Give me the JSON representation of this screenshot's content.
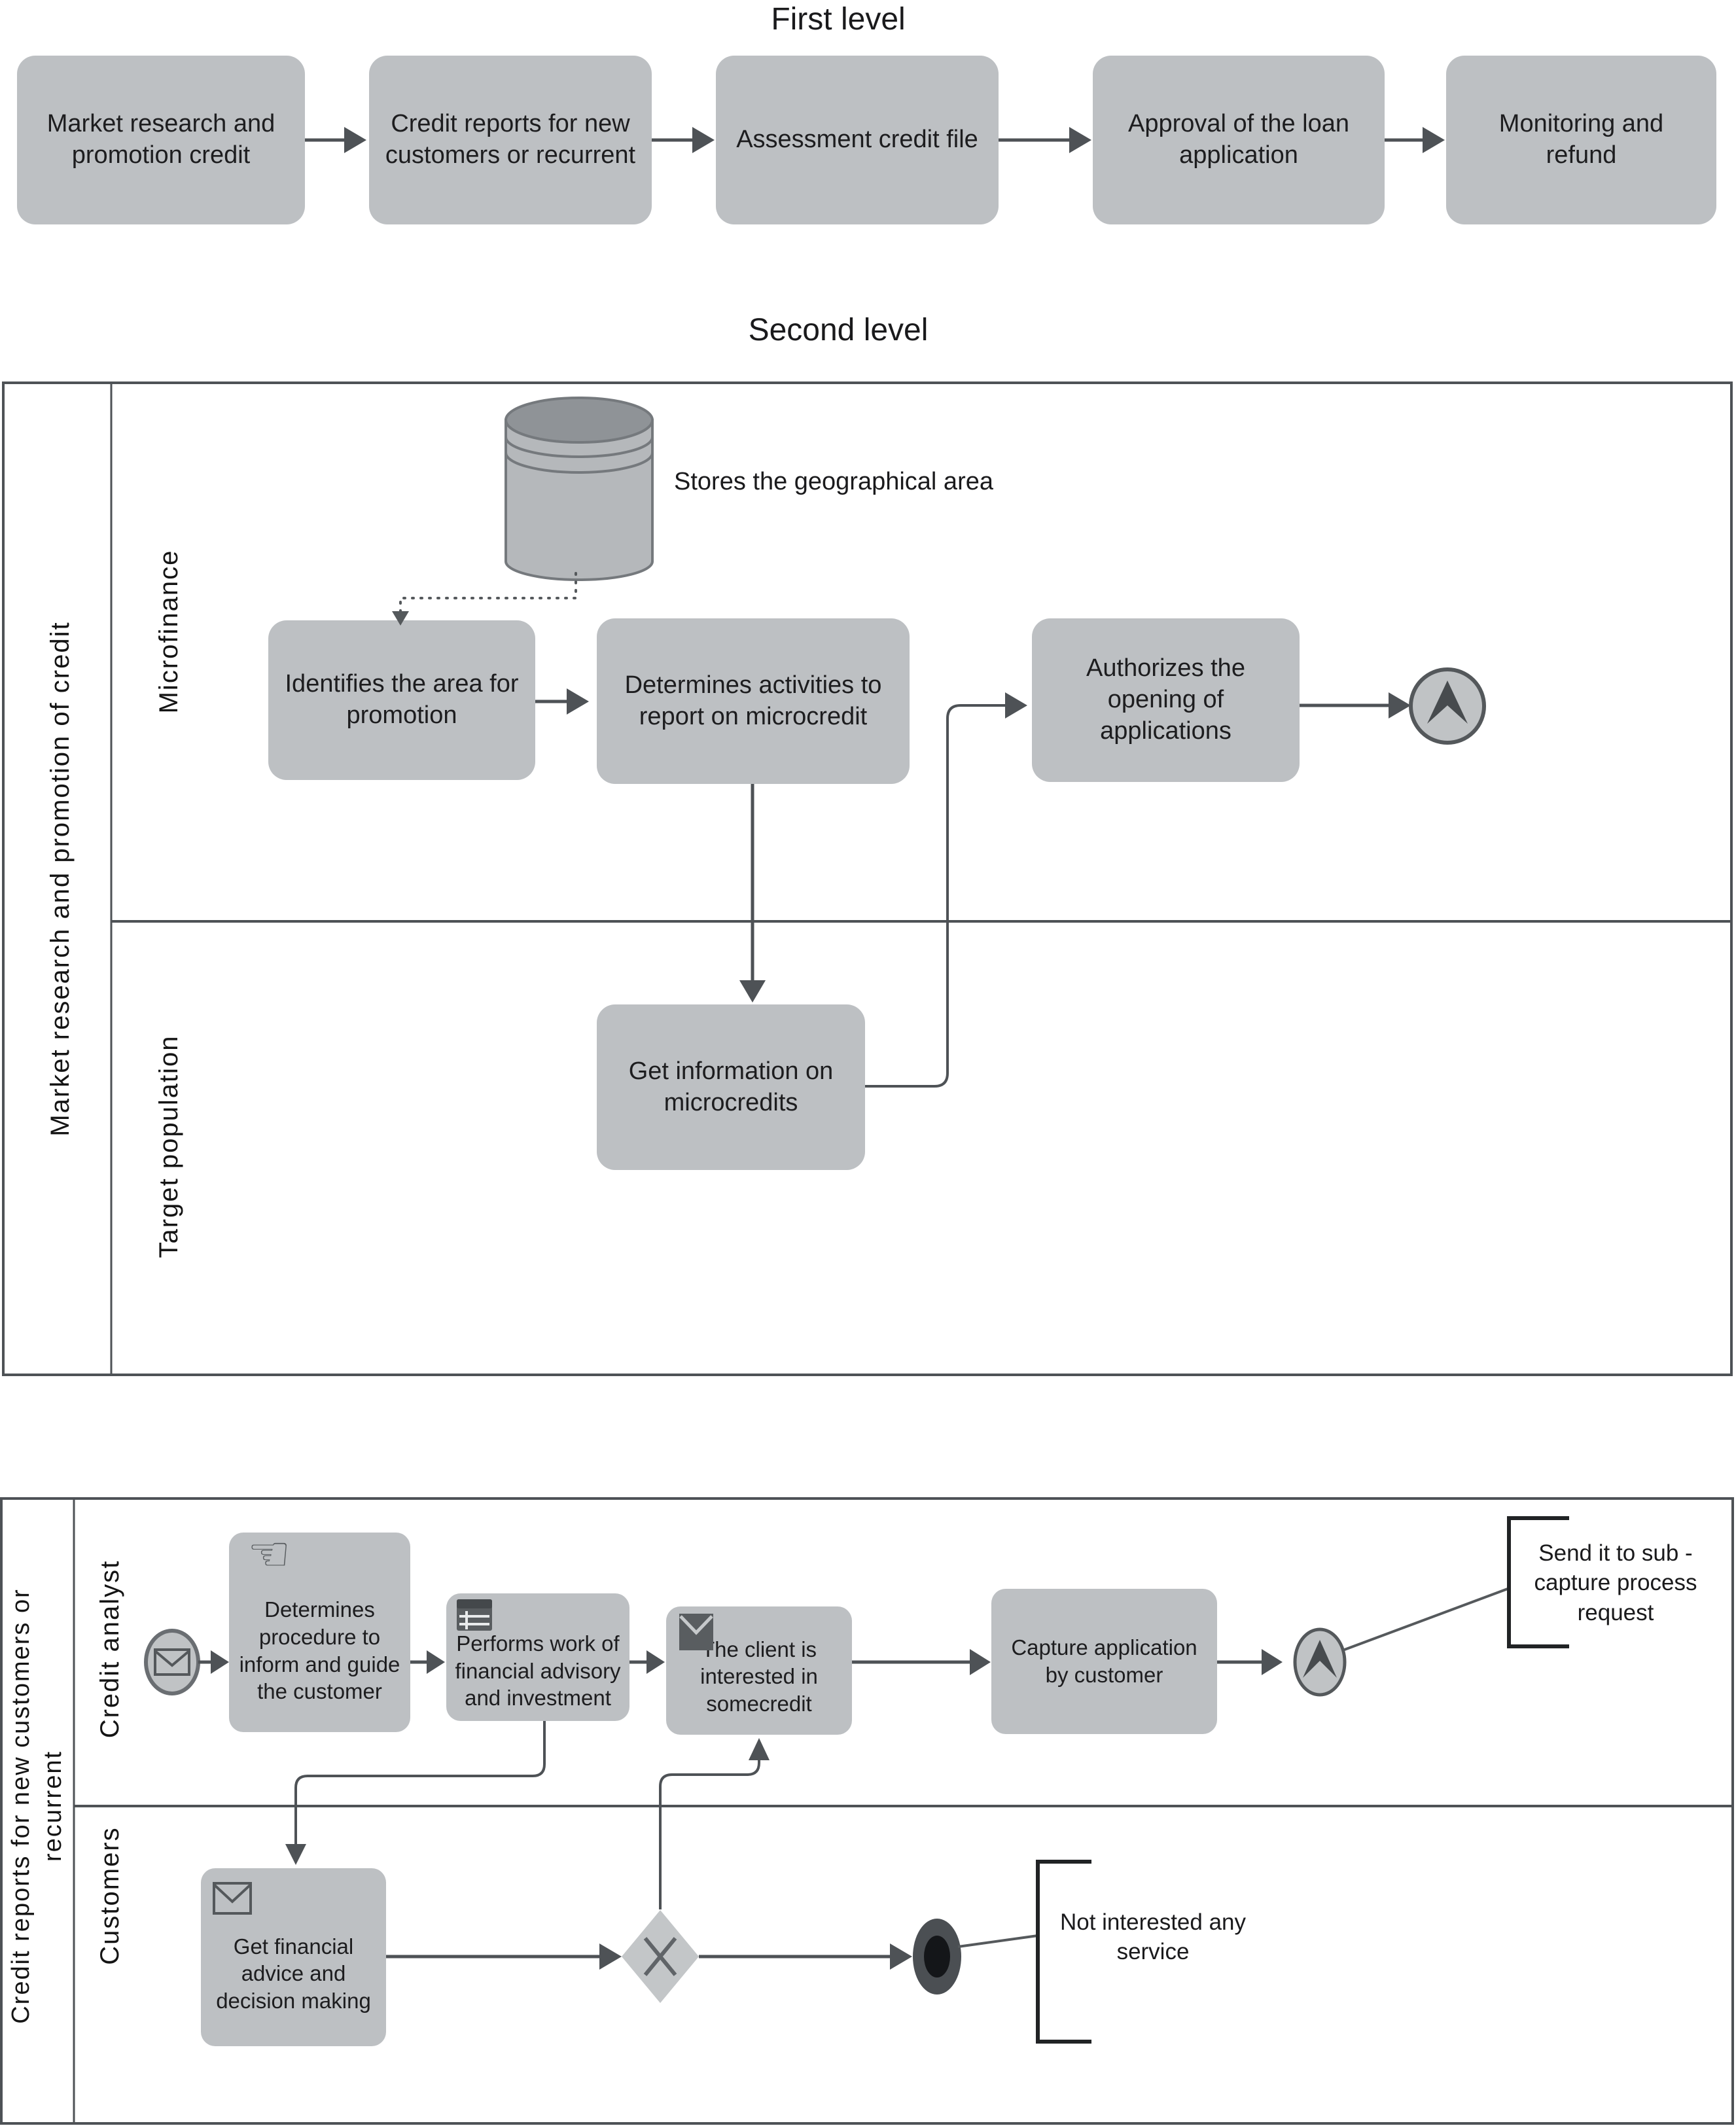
{
  "titles": {
    "first_level": "First level",
    "second_level": "Second level"
  },
  "first_level": {
    "steps": [
      "Market research and promotion credit",
      "Credit reports for new customers or recurrent",
      "Assessment credit file",
      "Approval of the loan application",
      "Monitoring and refund"
    ]
  },
  "second_level_pool": {
    "pool_label": "Market research and promotion of credit",
    "lanes": [
      {
        "label": "Microfinance"
      },
      {
        "label": "Target population"
      }
    ],
    "datastore_label": "Stores the geographical area",
    "tasks": {
      "identifies": "Identifies the area for promotion",
      "determines": "Determines activities to report on microcredit",
      "authorizes": "Authorizes the opening of applications",
      "get_info": "Get information on microcredits"
    }
  },
  "credit_reports_pool": {
    "pool_label": "Credit reports for new customers or recurrent",
    "lanes": [
      {
        "label": "Credit analyst"
      },
      {
        "label": "Customers"
      }
    ],
    "tasks": {
      "determines_procedure": "Determines procedure to inform and guide the customer",
      "performs_work": "Performs work of financial advisory and investment",
      "client_interested": "The client is interested in somecredit",
      "capture_application": "Capture application by customer",
      "get_financial": "Get financial advice and decision making"
    },
    "annotations": {
      "send_sub": "Send it to sub - capture process request",
      "not_interested": "Not interested any service"
    }
  },
  "icons": {
    "hand": "manual-task-hand-icon",
    "table": "business-rule-table-icon",
    "message_filled": "filled-message-icon",
    "message_outline": "outline-message-icon",
    "link_chevron": "link-event-chevron-icon",
    "datastore": "database-cylinder-icon"
  },
  "colors": {
    "box_fill": "#bdc0c3",
    "shape_fill": "#c0c3c5",
    "line": "#4e5256",
    "icon_dark": "#595d60",
    "end_event_outer": "#4b4f53",
    "end_event_inner": "#141619",
    "text": "#1d1d1f"
  }
}
